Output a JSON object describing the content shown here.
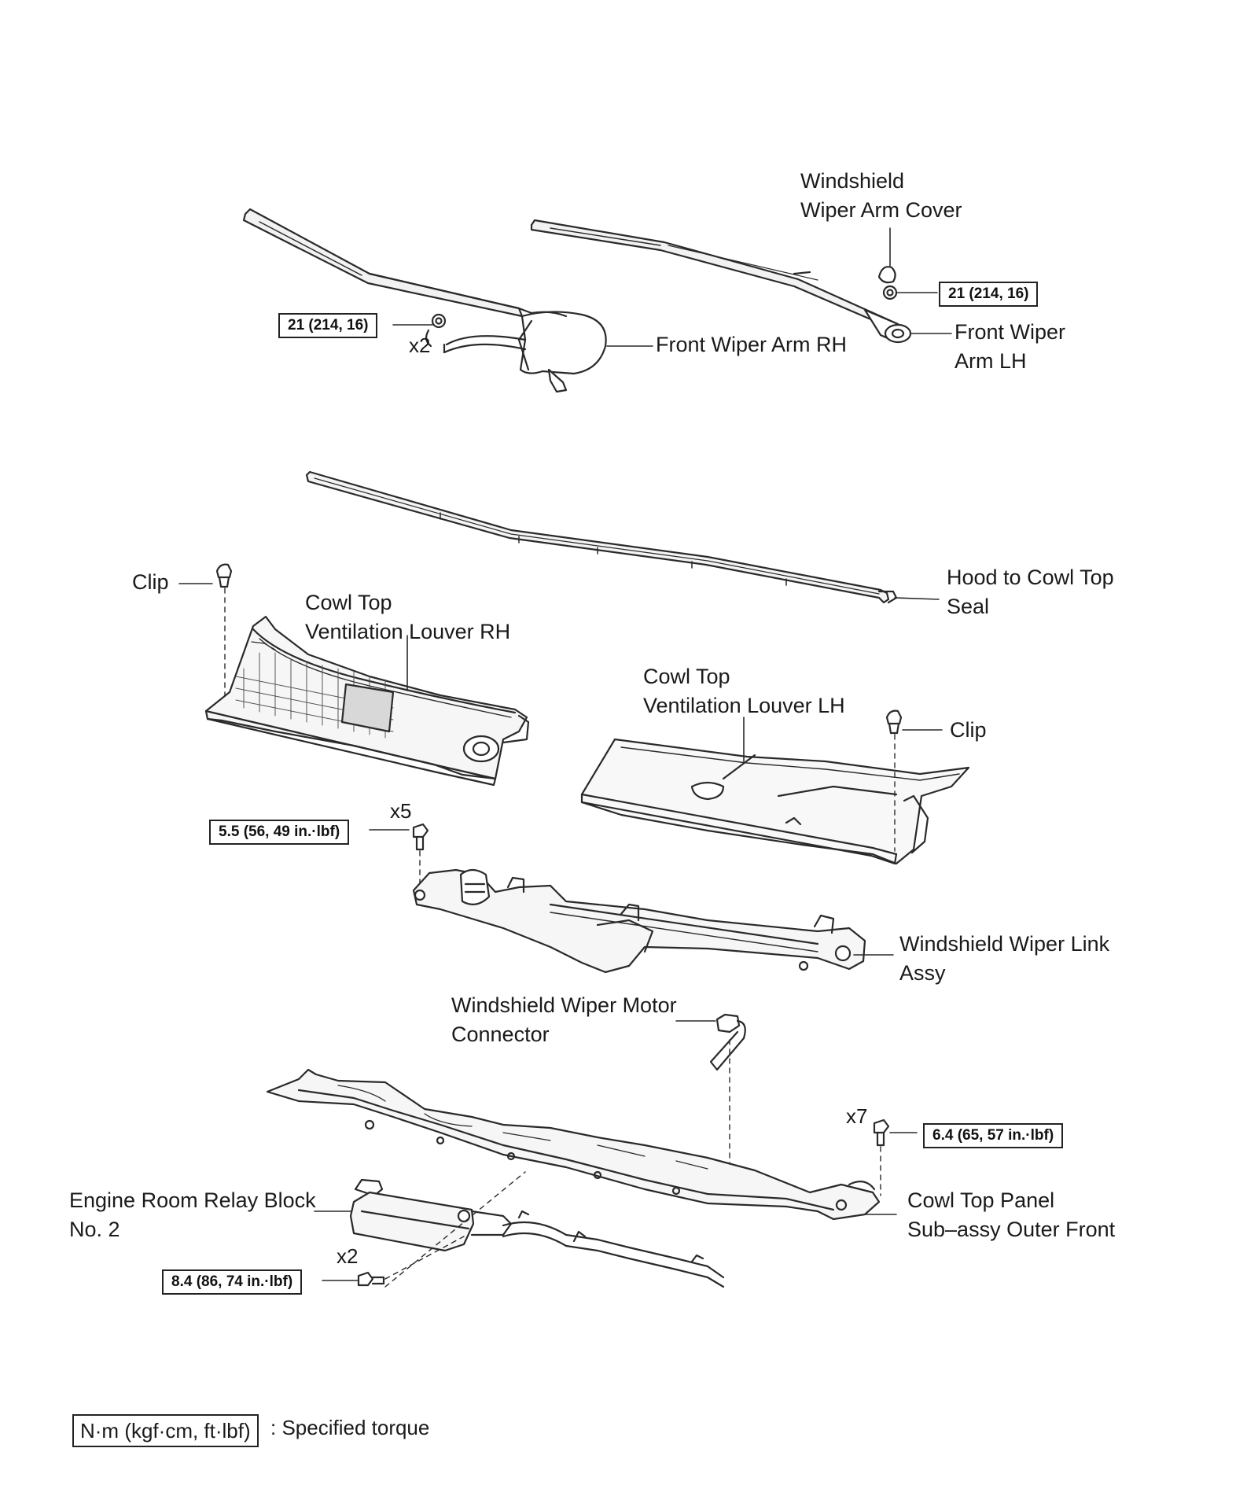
{
  "labels": {
    "wiper_arm_cover": [
      "Windshield",
      "Wiper Arm Cover"
    ],
    "front_wiper_arm_rh": "Front Wiper Arm RH",
    "front_wiper_arm_lh": [
      "Front Wiper",
      "Arm LH"
    ],
    "hood_seal": [
      "Hood to Cowl Top",
      "Seal"
    ],
    "clip_rh": "Clip",
    "louver_rh": [
      "Cowl Top",
      "Ventilation Louver RH"
    ],
    "louver_lh": [
      "Cowl Top",
      "Ventilation Louver LH"
    ],
    "clip_lh": "Clip",
    "link_assy": [
      "Windshield Wiper Link",
      "Assy"
    ],
    "motor_connector": [
      "Windshield Wiper Motor",
      "Connector"
    ],
    "relay_block": [
      "Engine Room Relay Block",
      "No. 2"
    ],
    "cowl_panel": [
      "Cowl Top Panel",
      "Sub–assy Outer Front"
    ]
  },
  "torques": {
    "arm_rh": "21 (214, 16)",
    "arm_lh": "21 (214, 16)",
    "link_bolts": "5.5 (56, 49 in.·lbf)",
    "panel_bolts": "6.4 (65, 57 in.·lbf)",
    "relay_bolts": "8.4 (86, 74 in.·lbf)"
  },
  "quantities": {
    "arm_rh": "x2",
    "link_bolts": "x5",
    "panel_bolts": "x7",
    "relay_bolts": "x2"
  },
  "legend": {
    "unit_box": "N·m (kgf·cm, ft·lbf)",
    "description": ": Specified torque"
  }
}
